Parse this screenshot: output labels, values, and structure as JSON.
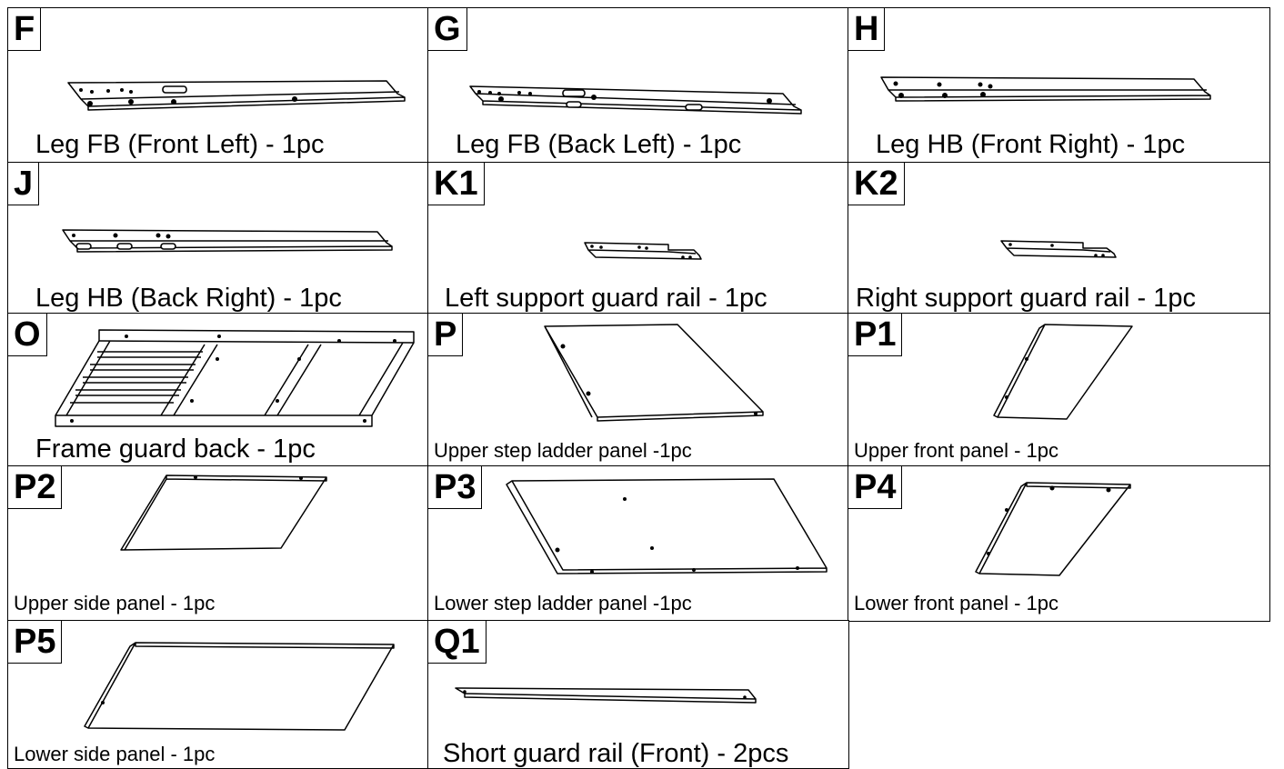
{
  "parts": [
    {
      "id": "F",
      "caption": "Leg FB (Front Left) - 1pc"
    },
    {
      "id": "G",
      "caption": "Leg FB (Back Left) - 1pc"
    },
    {
      "id": "H",
      "caption": "Leg HB (Front Right) - 1pc"
    },
    {
      "id": "J",
      "caption": "Leg HB (Back Right) - 1pc"
    },
    {
      "id": "K1",
      "caption": "Left support guard rail - 1pc"
    },
    {
      "id": "K2",
      "caption": "Right support guard rail - 1pc"
    },
    {
      "id": "O",
      "caption": "Frame guard back - 1pc"
    },
    {
      "id": "P",
      "caption": "Upper step ladder panel -1pc"
    },
    {
      "id": "P1",
      "caption": "Upper front panel - 1pc"
    },
    {
      "id": "P2",
      "caption": "Upper side panel - 1pc"
    },
    {
      "id": "P3",
      "caption": "Lower step ladder panel -1pc"
    },
    {
      "id": "P4",
      "caption": "Lower front panel - 1pc"
    },
    {
      "id": "P5",
      "caption": "Lower side panel - 1pc"
    },
    {
      "id": "Q1",
      "caption": "Short guard rail (Front) - 2pcs"
    }
  ]
}
